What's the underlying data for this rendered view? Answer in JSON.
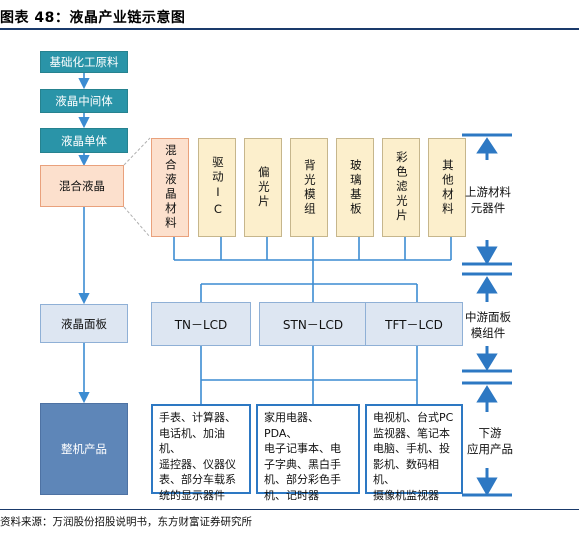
{
  "figure": {
    "title": "图表 48：液晶产业链示意图",
    "source": "资料来源：万润股份招股说明书，东方财富证券研究所"
  },
  "left_column": {
    "basic_chemicals": "基础化工原料",
    "lc_intermediate": "液晶中间体",
    "lc_monomer": "液晶单体",
    "mixed_lc": "混合液晶",
    "lc_panel": "液晶面板",
    "final_product": "整机产品"
  },
  "components": {
    "mixed_lc_material": "混合液晶材料",
    "driver_ic": "驱动IC",
    "polarizer": "偏光片",
    "backlight_module": "背光模组",
    "glass_substrate": "玻璃基板",
    "color_filter": "彩色滤光片",
    "other_materials": "其他材料"
  },
  "panels": {
    "tn": "TN－LCD",
    "stn": "STN－LCD",
    "tft": "TFT－LCD"
  },
  "products": {
    "tn_products": "手表、计算器、\n电话机、加油机、\n遥控器、仪器仪\n表、部分车载系\n统的显示器件",
    "stn_products": "家用电器、PDA、\n电子记事本、电\n子字典、黑白手\n机、部分彩色手\n机、记时器",
    "tft_products": "电视机、台式PC\n监视器、笔记本\n电脑、手机、投\n影机、数码相机、\n摄像机监视器"
  },
  "stages": {
    "upstream": "上游材料\n元器件",
    "midstream": "中游面板\n模组件",
    "downstream": "下游\n应用产品"
  },
  "colors": {
    "teal": "#2a94a8",
    "peach": "#fce0cd",
    "beige": "#fcefcc",
    "light_blue": "#dde6f2",
    "steel_blue": "#5e86b8",
    "accent_blue": "#2d78c3",
    "line_blue": "#3c8cd2"
  }
}
